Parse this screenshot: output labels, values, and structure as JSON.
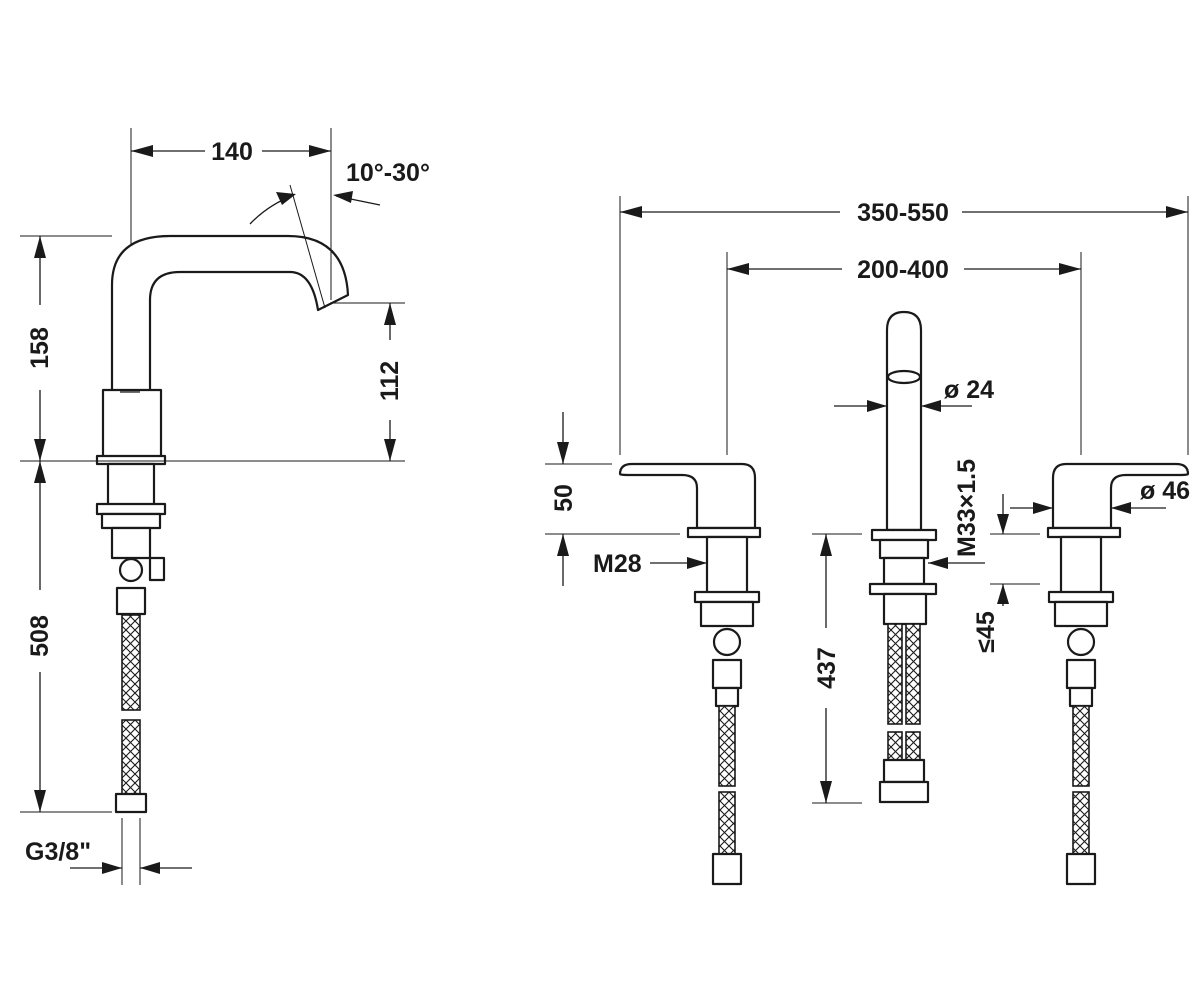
{
  "side_view": {
    "spout_reach": "140",
    "spout_angle": "10°-30°",
    "spout_height": "158",
    "outlet_height": "112",
    "below_deck_length": "508",
    "connection_thread": "G3/8\""
  },
  "front_view": {
    "overall_spread": "350-550",
    "handle_spread": "200-400",
    "spout_diameter": "ø 24",
    "handle_height": "50",
    "handle_thread": "M28",
    "spout_thread": "M33×1.5",
    "handle_diameter": "ø 46",
    "hose_length": "437",
    "max_deck_thickness": "≤45"
  },
  "colors": {
    "line": "#1a1a1a",
    "background": "#ffffff"
  }
}
